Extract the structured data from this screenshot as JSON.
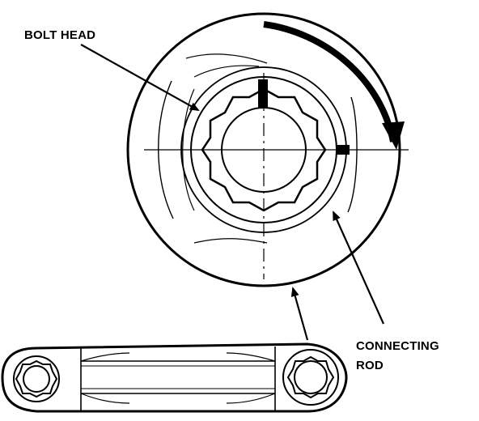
{
  "labels": {
    "bolt_head": "BOLT HEAD",
    "connecting_rod_line1": "CONNECTING",
    "connecting_rod_line2": "ROD"
  },
  "colors": {
    "ink": "#000000",
    "paper": "#ffffff"
  }
}
